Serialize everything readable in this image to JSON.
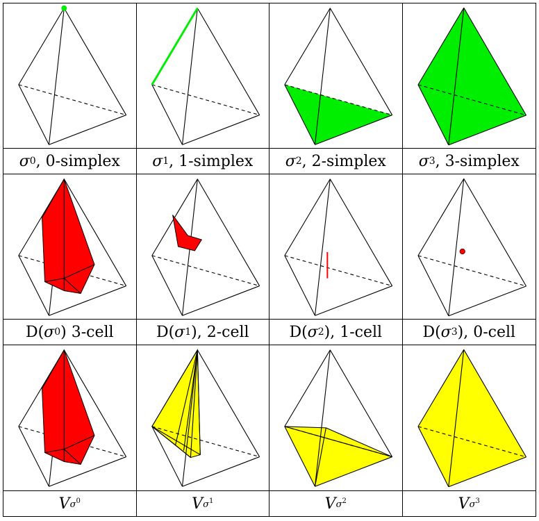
{
  "colors": {
    "simplex": "#00ee00",
    "dual_cell": "#ff0000",
    "volume": "#ffff00",
    "line": "#000000"
  },
  "rows": [
    {
      "cells": [
        {
          "sym": "σ",
          "sup": "0",
          "text": ", 0-simplex",
          "highlight": "vertex",
          "color": "#00ee00"
        },
        {
          "sym": "σ",
          "sup": "1",
          "text": ", 1-simplex",
          "highlight": "edge",
          "color": "#00ee00"
        },
        {
          "sym": "σ",
          "sup": "2",
          "text": ", 2-simplex",
          "highlight": "face",
          "color": "#00ee00"
        },
        {
          "sym": "σ",
          "sup": "3",
          "text": ", 3-simplex",
          "highlight": "solid",
          "color": "#00ee00"
        }
      ]
    },
    {
      "cells": [
        {
          "pre": "D(",
          "sym": "σ",
          "sup": "0",
          "text": ") 3-cell",
          "highlight": "dual3",
          "color": "#ff0000"
        },
        {
          "pre": "D(",
          "sym": "σ",
          "sup": "1",
          "text": "), 2-cell",
          "highlight": "dual2",
          "color": "#ff0000"
        },
        {
          "pre": "D(",
          "sym": "σ",
          "sup": "2",
          "text": "), 1-cell",
          "highlight": "dual1",
          "color": "#ff0000"
        },
        {
          "pre": "D(",
          "sym": "σ",
          "sup": "3",
          "text": "), 0-cell",
          "highlight": "dual0",
          "color": "#ff0000"
        }
      ]
    },
    {
      "cells": [
        {
          "sym": "V",
          "sub": "σ",
          "subsup": "0",
          "highlight": "vol0",
          "color": "#ff0000"
        },
        {
          "sym": "V",
          "sub": "σ",
          "subsup": "1",
          "highlight": "vol1",
          "color": "#ffff00"
        },
        {
          "sym": "V",
          "sub": "σ",
          "subsup": "2",
          "highlight": "vol2",
          "color": "#ffff00"
        },
        {
          "sym": "V",
          "sub": "σ",
          "subsup": "3",
          "highlight": "vol3",
          "color": "#ffff00"
        }
      ]
    }
  ]
}
